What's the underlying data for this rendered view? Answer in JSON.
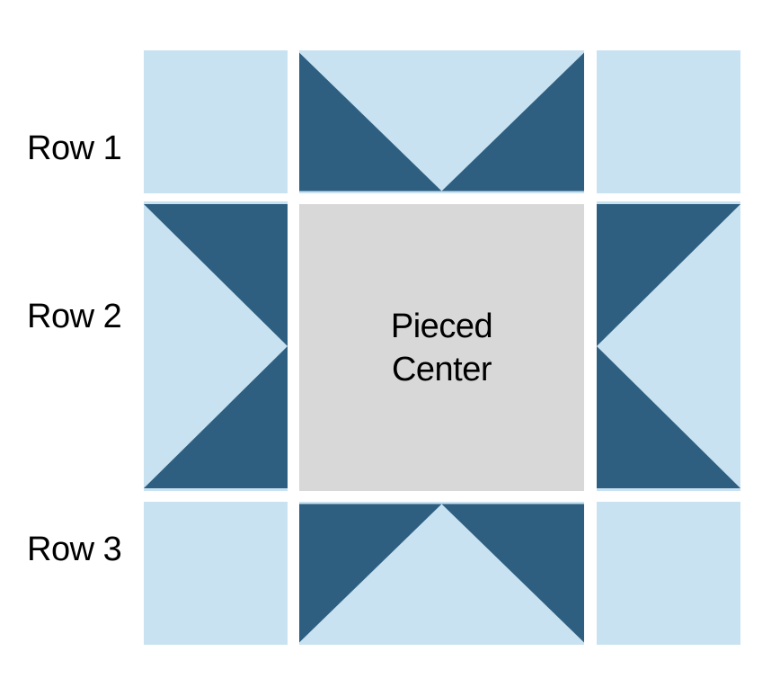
{
  "diagram": {
    "kind": "quilt-block-assembly",
    "rows": [
      {
        "label": "Row 1",
        "cells": [
          {
            "type": "background-square"
          },
          {
            "type": "flying-geese-unit-point-down"
          },
          {
            "type": "background-square"
          }
        ]
      },
      {
        "label": "Row 2",
        "cells": [
          {
            "type": "star-point-unit-point-right"
          },
          {
            "type": "pieced-center-square",
            "label": "Pieced Center"
          },
          {
            "type": "star-point-unit-point-left"
          }
        ]
      },
      {
        "label": "Row 3",
        "cells": [
          {
            "type": "background-square"
          },
          {
            "type": "flying-geese-unit-point-up"
          },
          {
            "type": "background-square"
          }
        ]
      }
    ],
    "center": {
      "label": "Pieced Center",
      "lines": [
        "Pieced",
        "Center"
      ]
    }
  },
  "colors": {
    "light_blue": "#C8E2F1",
    "dark_blue": "#2E5F80",
    "center_gray": "#D8D8D8",
    "page_background": "#FFFFFF",
    "label_text": "#000000"
  }
}
